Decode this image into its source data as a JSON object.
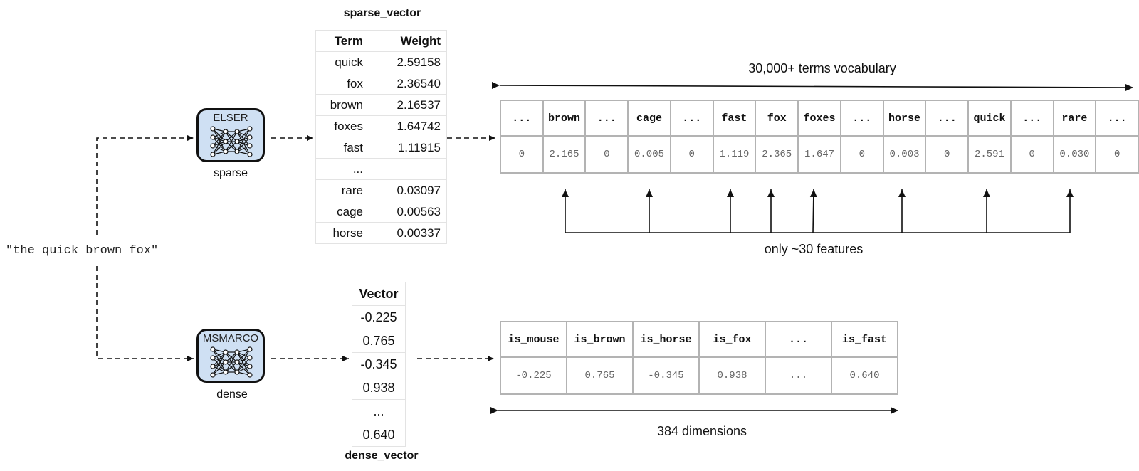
{
  "input": {
    "text": "\"the quick brown fox\""
  },
  "sparse_model": {
    "name": "ELSER",
    "caption": "sparse"
  },
  "dense_model": {
    "name": "MSMARCO",
    "caption": "dense"
  },
  "sparse_vector": {
    "title": "sparse_vector",
    "headers": [
      "Term",
      "Weight"
    ],
    "rows": [
      {
        "term": "quick",
        "weight": "2.59158"
      },
      {
        "term": "fox",
        "weight": "2.36540"
      },
      {
        "term": "brown",
        "weight": "2.16537"
      },
      {
        "term": "foxes",
        "weight": "1.64742"
      },
      {
        "term": "fast",
        "weight": "1.11915"
      },
      {
        "term": "...",
        "weight": ""
      },
      {
        "term": "rare",
        "weight": "0.03097"
      },
      {
        "term": "cage",
        "weight": "0.00563"
      },
      {
        "term": "horse",
        "weight": "0.00337"
      }
    ]
  },
  "dense_vector": {
    "title": "dense_vector",
    "header": "Vector",
    "values": [
      "-0.225",
      "0.765",
      "-0.345",
      "0.938",
      "...",
      "0.640"
    ]
  },
  "vocab": {
    "label": "30,000+ terms vocabulary",
    "terms": [
      "...",
      "brown",
      "...",
      "cage",
      "...",
      "fast",
      "fox",
      "foxes",
      "...",
      "horse",
      "...",
      "quick",
      "...",
      "rare",
      "..."
    ],
    "values": [
      "0",
      "2.165",
      "0",
      "0.005",
      "0",
      "1.119",
      "2.365",
      "1.647",
      "0",
      "0.003",
      "0",
      "2.591",
      "0",
      "0.030",
      "0"
    ],
    "features_label": "only ~30 features"
  },
  "dims": {
    "label": "384 dimensions",
    "names": [
      "is_mouse",
      "is_brown",
      "is_horse",
      "is_fox",
      "...",
      "is_fast"
    ],
    "values": [
      "-0.225",
      "0.765",
      "-0.345",
      "0.938",
      "...",
      "0.640"
    ]
  },
  "colors": {
    "model_fill": "#cfe0f3",
    "grid_border": "#b3b3b3",
    "table_border": "#e3e3e3"
  }
}
